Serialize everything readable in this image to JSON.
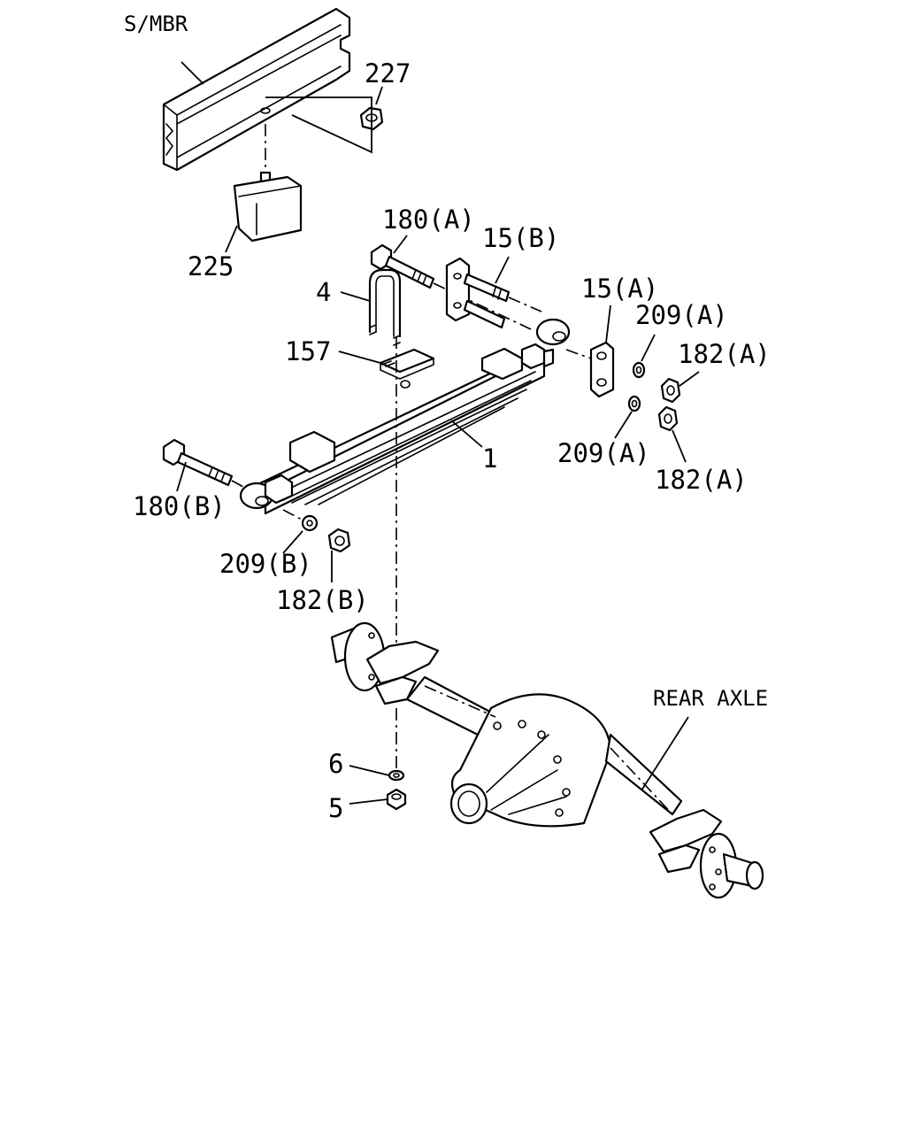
{
  "labels": {
    "s_mbr": "S/MBR",
    "p227": "227",
    "p225": "225",
    "p180a": "180(A)",
    "p15b": "15(B)",
    "p15a": "15(A)",
    "p209a_top": "209(A)",
    "p182a_top": "182(A)",
    "p4": "4",
    "p157": "157",
    "p1": "1",
    "p209a_bottom": "209(A)",
    "p182a_bottom": "182(A)",
    "p180b": "180(B)",
    "p209b": "209(B)",
    "p182b": "182(B)",
    "rear_axle": "REAR AXLE",
    "p6": "6",
    "p5": "5"
  }
}
